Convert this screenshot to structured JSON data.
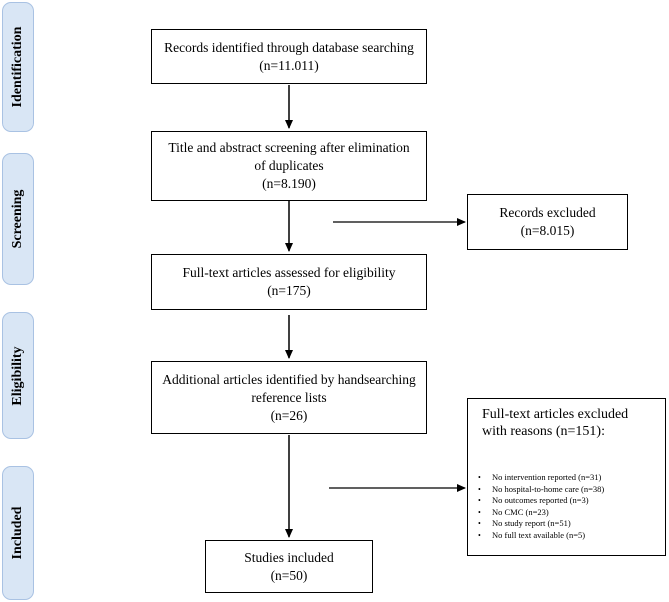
{
  "stages": {
    "identification": "Identification",
    "screening": "Screening",
    "eligibility": "Eligibility",
    "included": "Included"
  },
  "boxes": {
    "identified": {
      "line1": "Records identified through database searching",
      "line2": "(n=11.011)"
    },
    "screening": {
      "line1": "Title and abstract screening after elimination",
      "line2": "of duplicates",
      "line3": "(n=8.190)"
    },
    "records_excluded": {
      "line1": "Records excluded",
      "line2": "(n=8.015)"
    },
    "fulltext": {
      "line1": "Full-text articles assessed for eligibility",
      "line2": "(n=175)"
    },
    "additional": {
      "line1": "Additional articles identified by handsearching",
      "line2": "reference lists",
      "line3": "(n=26)"
    },
    "included": {
      "line1": "Studies included",
      "line2": "(n=50)"
    }
  },
  "fulltext_excluded": {
    "title_line1": "Full-text articles excluded",
    "title_line2": "with reasons (n=151):",
    "bullet": "•",
    "reasons": [
      "No intervention reported (n=31)",
      "No hospital-to-home care (n=38)",
      "No outcomes reported (n=3)",
      "No CMC (n=23)",
      "No study report (n=51)",
      "No full text available (n=5)"
    ]
  },
  "colors": {
    "stage_fill": "#d9e6f5",
    "stage_border": "#a9c2e3",
    "line": "#000000"
  }
}
